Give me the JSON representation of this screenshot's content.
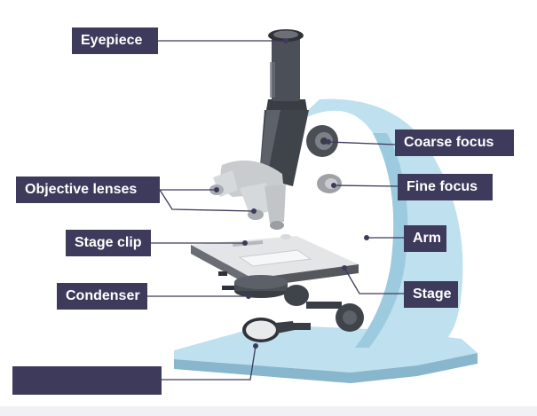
{
  "colors": {
    "label_bg": "#3d3a5c",
    "label_text": "#ffffff",
    "leader_line": "#3d3a5c",
    "body_light": "#bfe0ee",
    "body_mid": "#9ccbe0",
    "body_shadow": "#88b6cc",
    "metal_dark": "#3a3d44",
    "metal_mid": "#5a5e66",
    "silver": "#c9cccf",
    "stage_top": "#e3e5e7",
    "stage_side": "#54575c"
  },
  "labels": {
    "eyepiece": "Eyepiece",
    "coarse_focus": "Coarse focus",
    "fine_focus": "Fine focus",
    "objective_lenses": "Objective lenses",
    "arm": "Arm",
    "stage_clip": "Stage clip",
    "condenser": "Condenser",
    "stage": "Stage",
    "hidden_label": ""
  }
}
